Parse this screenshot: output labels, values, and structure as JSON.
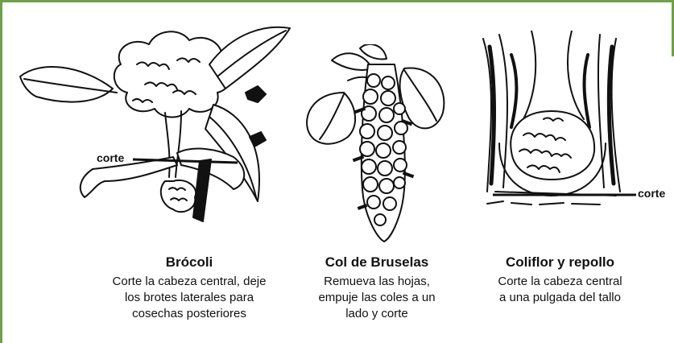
{
  "panels": [
    {
      "title": "Brócoli",
      "description": "Corte la cabeza central, deje\nlos brotes laterales para\ncosechas posteriores",
      "cut_label": "corte"
    },
    {
      "title": "Col de Bruselas",
      "description": "Remueva las hojas,\nempuje las coles a un\nlado y corte"
    },
    {
      "title": "Coliflor y repollo",
      "description": "Corte la cabeza central\na una pulgada del tallo",
      "cut_label": "corte"
    }
  ],
  "colors": {
    "frame": "#6fa046",
    "ink": "#111111"
  }
}
